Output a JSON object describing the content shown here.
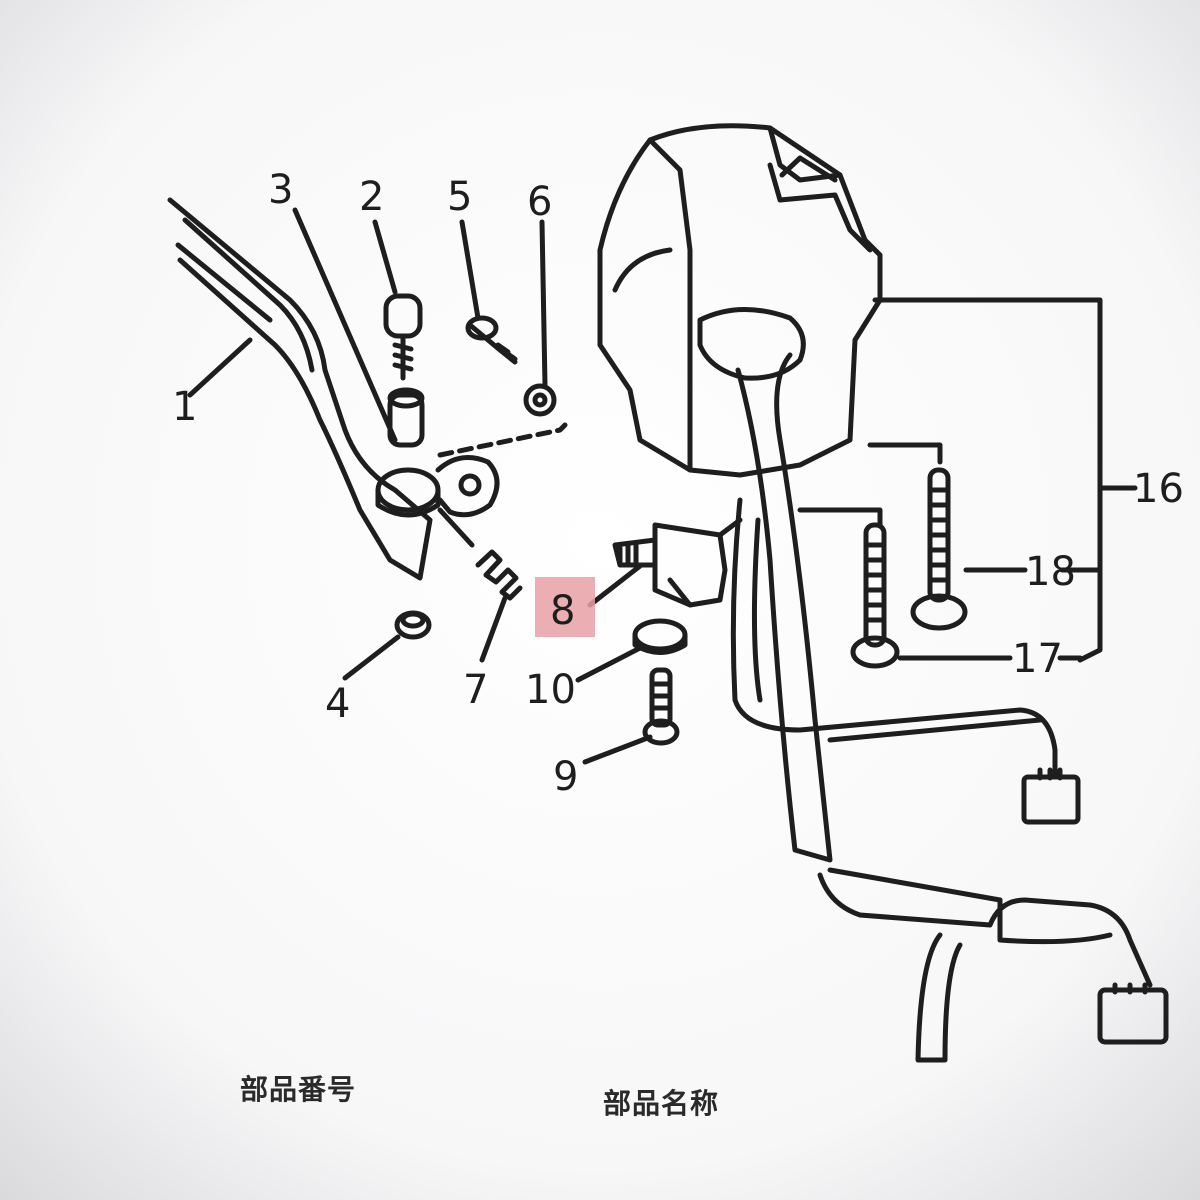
{
  "diagram": {
    "callouts": {
      "c1": "1",
      "c2": "2",
      "c3": "3",
      "c4": "4",
      "c5": "5",
      "c6": "6",
      "c7": "7",
      "c8": "8",
      "c9": "9",
      "c10": "10",
      "c16": "16",
      "c17": "17",
      "c18": "18"
    },
    "highlighted_callout": "8",
    "highlight_color": "#e8a0a6",
    "line_color": "#1e1e1e",
    "paper_color": "#ffffff"
  },
  "footer": {
    "part_number_label": "部品番号",
    "part_name_label": "部品名称"
  }
}
